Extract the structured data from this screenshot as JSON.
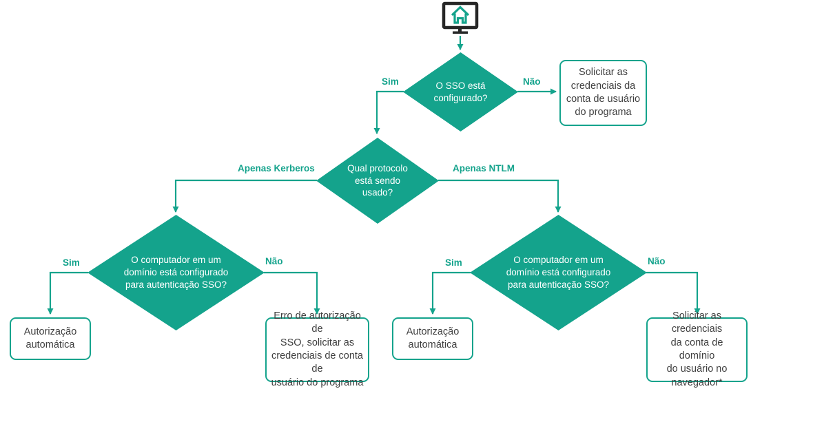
{
  "theme": {
    "accent": "#14A38C",
    "icon_dark": "#262626",
    "box_text": "#3F3F3F",
    "diamond_text": "#FFFFFF",
    "background": "#FFFFFF"
  },
  "icons": {
    "start": "monitor-home-icon"
  },
  "flowchart": {
    "decisions": {
      "sso_configured": "O SSO está\nconfigurado?",
      "which_protocol": "Qual protocolo\nestá sendo\nusado?",
      "kerberos_domain_sso": "O computador em um\ndomínio está configurado\npara autenticação SSO?",
      "ntlm_domain_sso": "O computador em um\ndomínio está configurado\npara autenticação SSO?"
    },
    "results": {
      "program_credentials": "Solicitar as\ncredenciais da\nconta de usuário\ndo programa",
      "auto_auth_kerberos": "Autorização\nautomática",
      "sso_error": "Erro de autorização de\nSSO, solicitar as\ncredenciais de conta de\nusuário do programa",
      "auto_auth_ntlm": "Autorização\nautomática",
      "browser_credentials": "Solicitar as credenciais\nda conta de domínio\ndo usuário no\nnavegador*"
    },
    "edge_labels": {
      "sso_yes": "Sim",
      "sso_no": "Não",
      "kerberos": "Apenas Kerberos",
      "ntlm": "Apenas NTLM",
      "kerberos_yes": "Sim",
      "kerberos_no": "Não",
      "ntlm_yes": "Sim",
      "ntlm_no": "Não"
    }
  }
}
